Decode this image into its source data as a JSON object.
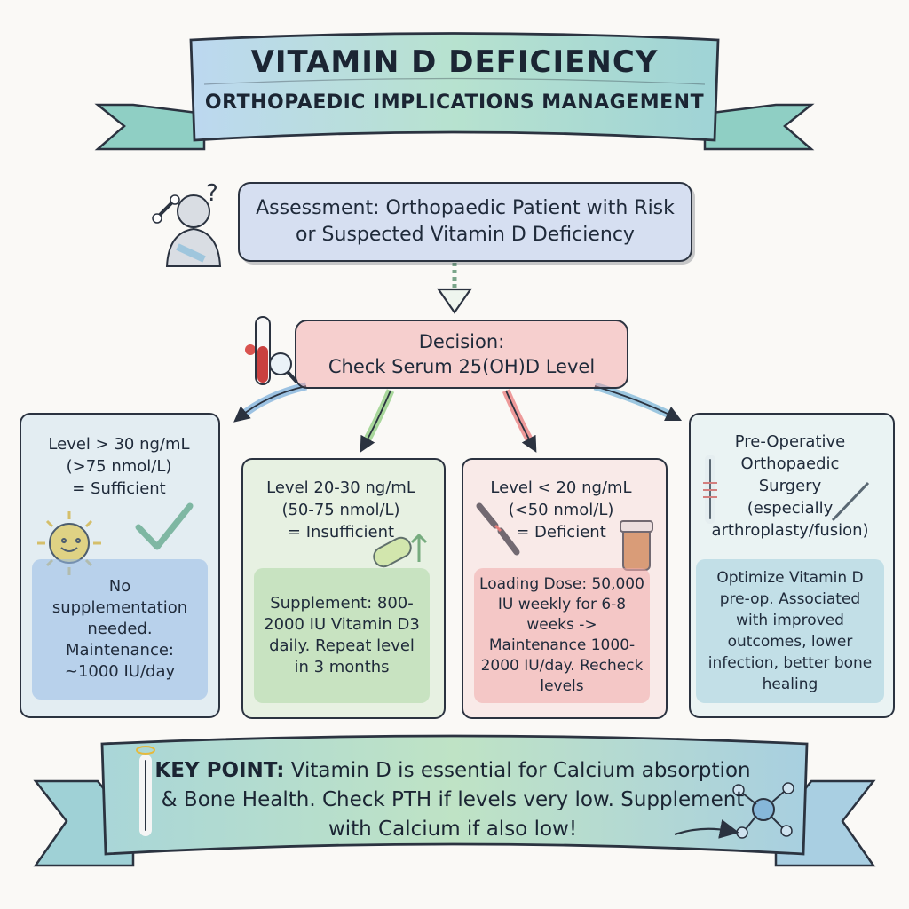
{
  "title": {
    "main": "VITAMIN D DEFICIENCY",
    "subtitle": "ORTHOPAEDIC IMPLICATIONS MANAGEMENT"
  },
  "assessment": {
    "text": "Assessment: Orthopaedic Patient with Risk or Suspected Vitamin D Deficiency"
  },
  "decision": {
    "line1": "Decision:",
    "line2": "Check Serum 25(OH)D Level"
  },
  "columns": [
    {
      "header": [
        "Level > 30 ng/mL",
        "(>75 nmol/L)",
        "= Sufficient"
      ],
      "body": "No supplementation needed. Maintenance: ~1000 IU/day"
    },
    {
      "header": [
        "Level 20-30 ng/mL",
        "(50-75 nmol/L)",
        "= Insufficient"
      ],
      "body": "Supplement: 800-2000 IU Vitamin D3 daily. Repeat level in 3 months"
    },
    {
      "header": [
        "Level < 20 ng/mL",
        "(<50 nmol/L)",
        "= Deficient"
      ],
      "body": "Loading Dose: 50,000 IU weekly for 6-8 weeks -> Maintenance 1000-2000 IU/day. Recheck levels"
    },
    {
      "header": [
        "Pre-Operative",
        "Orthopaedic",
        "Surgery",
        "(especially",
        "arthroplasty/fusion)"
      ],
      "body": "Optimize Vitamin D pre-op. Associated with improved outcomes, lower infection, better bone healing"
    }
  ],
  "key_point": {
    "label": "KEY POINT:",
    "text": "Vitamin D is essential for Calcium absorption & Bone Health. Check PTH if levels very low. Supplement with Calcium if also low!"
  },
  "colors": {
    "title_banner": "#a8d8d0",
    "assessment_fill": "#aabeeb",
    "decision_fill": "#f09696",
    "sufficient": "#96b9e6",
    "insufficient": "#afd7a5",
    "deficient": "#f0aaaa",
    "preop": "#a0cddc",
    "outline": "#2b3340"
  },
  "icons": [
    "person-with-bone-question-icon",
    "blood-test-tube-magnifier-icon",
    "sun-icon",
    "checkmark-icon",
    "pill-up-arrow-icon",
    "broken-bone-icon",
    "medicine-bottle-icon",
    "bone-scalpel-icon",
    "halo-bone-icon",
    "molecule-icon"
  ]
}
